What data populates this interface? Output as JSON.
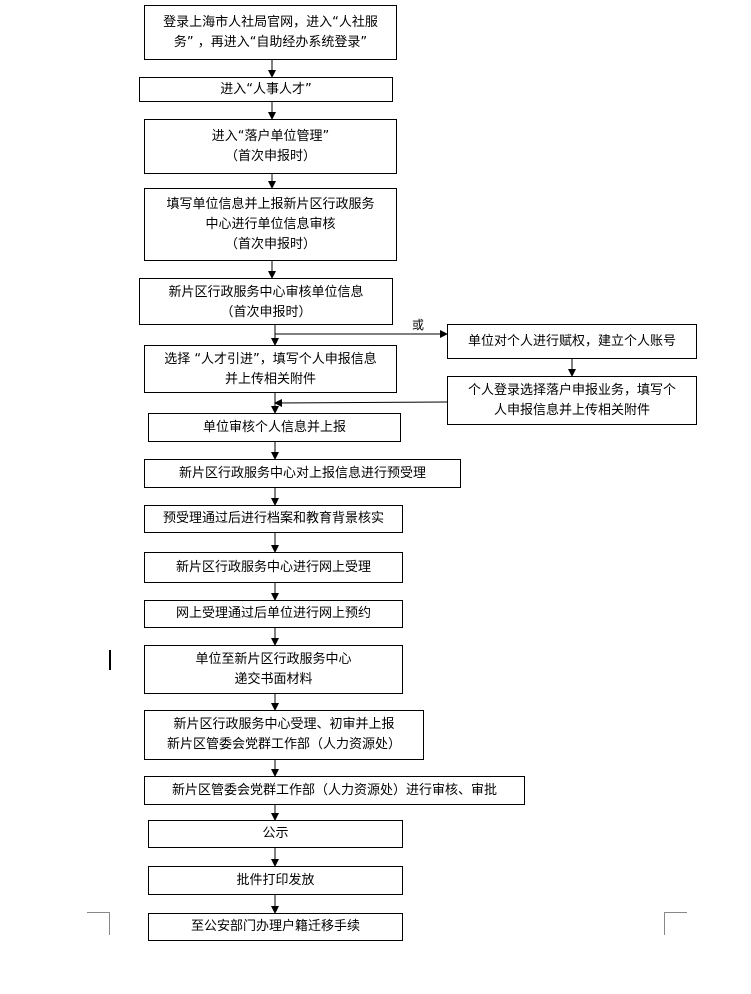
{
  "steps": [
    {
      "lines": [
        "登录上海市人社局官网，进入“人社服",
        "务” ，再进入“自助经办系统登录”"
      ]
    },
    {
      "lines": [
        "进入“人事人才”"
      ]
    },
    {
      "lines": [
        "进入“落户单位管理”",
        "（首次申报时）"
      ]
    },
    {
      "lines": [
        "填写单位信息并上报新片区行政服务",
        "中心进行单位信息审核",
        "（首次申报时）"
      ]
    },
    {
      "lines": [
        "新片区行政服务中心审核单位信息",
        "（首次申报时）"
      ]
    },
    {
      "lines": [
        "选择 “人才引进”，填写个人申报信息",
        "并上传相关附件"
      ]
    },
    {
      "lines": [
        "单位审核个人信息并上报"
      ]
    },
    {
      "lines": [
        "新片区行政服务中心对上报信息进行预受理"
      ]
    },
    {
      "lines": [
        "预受理通过后进行档案和教育背景核实"
      ]
    },
    {
      "lines": [
        "新片区行政服务中心进行网上受理"
      ]
    },
    {
      "lines": [
        "网上受理通过后单位进行网上预约"
      ]
    },
    {
      "lines": [
        "单位至新片区行政服务中心",
        "递交书面材料"
      ]
    },
    {
      "lines": [
        "新片区行政服务中心受理、初审并上报",
        "新片区管委会党群工作部（人力资源处）"
      ]
    },
    {
      "lines": [
        "新片区管委会党群工作部（人力资源处）进行审核、审批"
      ]
    },
    {
      "lines": [
        "公示"
      ]
    },
    {
      "lines": [
        "批件打印发放"
      ]
    },
    {
      "lines": [
        "至公安部门办理户籍迁移手续"
      ]
    }
  ],
  "branch": {
    "or_label": "或",
    "steps": [
      {
        "lines": [
          "单位对个人进行赋权，建立个人账号"
        ]
      },
      {
        "lines": [
          "个人登录选择落户申报业务，填写个",
          "人申报信息并上传相关附件"
        ]
      }
    ]
  }
}
